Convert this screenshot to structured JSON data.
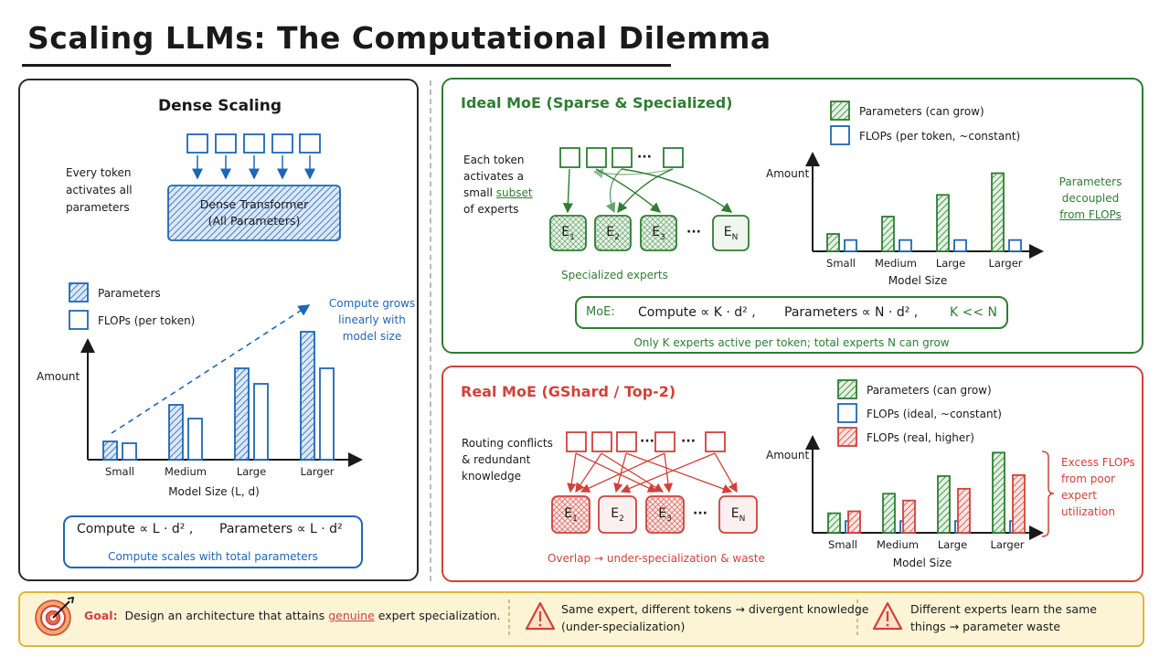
{
  "title": "Scaling LLMs: The Computational Dilemma",
  "colors": {
    "green": "#2e7d32",
    "blue": "#1f66b8",
    "red": "#d0423a",
    "yellow": "#e0b437"
  },
  "dense": {
    "heading": "Dense Scaling",
    "token_note": [
      "Every token",
      "activates all",
      "parameters"
    ],
    "block_label": [
      "Dense Transformer",
      "(All Parameters)"
    ],
    "legend": {
      "params": "Parameters",
      "flops": "FLOPs (per token)"
    },
    "trend_note": [
      "Compute grows",
      "linearly with",
      "model size"
    ],
    "formula_compute": "Compute ∝ L · d² ,",
    "formula_params": "Parameters ∝ L · d²",
    "formula_note": "Compute scales with total parameters"
  },
  "ideal": {
    "heading": "Ideal MoE (Sparse & Specialized)",
    "token_note": [
      "Each token",
      "activates a",
      "small",
      "subset",
      "of experts"
    ],
    "ellipsis": "···",
    "experts": [
      {
        "base": "E",
        "sub": "1"
      },
      {
        "base": "E",
        "sub": "2"
      },
      {
        "base": "E",
        "sub": "3"
      },
      {
        "base": "E",
        "sub": "N"
      }
    ],
    "experts_caption": "Specialized experts",
    "legend": {
      "params": "Parameters (can grow)",
      "flops": "FLOPs (per token, ~constant)"
    },
    "side_note": [
      "Parameters",
      "decoupled",
      "from FLOPs"
    ],
    "formula_label": "MoE:",
    "formula_compute": "Compute ∝ K · d² ,",
    "formula_params": "Parameters ∝ N · d² ,",
    "formula_cond": "K << N",
    "formula_note": "Only K experts active per token; total experts N can grow"
  },
  "real": {
    "heading": "Real MoE (GShard / Top-2)",
    "token_note": [
      "Routing conflicts",
      "& redundant",
      "knowledge"
    ],
    "ellipsis": "···",
    "experts": [
      {
        "base": "E",
        "sub": "1"
      },
      {
        "base": "E",
        "sub": "2"
      },
      {
        "base": "E",
        "sub": "3"
      },
      {
        "base": "E",
        "sub": "N"
      }
    ],
    "experts_caption": "Overlap → under-specialization & waste",
    "legend": {
      "params": "Parameters (can grow)",
      "flops_ideal": "FLOPs (ideal, ~constant)",
      "flops_real": "FLOPs (real, higher)"
    },
    "side_note": [
      "Excess FLOPs",
      "from poor",
      "expert",
      "utilization"
    ]
  },
  "chart_data": [
    {
      "type": "bar",
      "categories": [
        "Small",
        "Medium",
        "Large",
        "Larger"
      ],
      "series": [
        {
          "name": "Parameters",
          "values": [
            2,
            6,
            10,
            14
          ]
        },
        {
          "name": "FLOPs (per token)",
          "values": [
            1.8,
            4.5,
            8.3,
            10
          ]
        }
      ],
      "xlabel": "Model Size (L, d)",
      "ylabel": "Amount",
      "ylim": [
        0,
        16
      ]
    },
    {
      "type": "bar",
      "categories": [
        "Small",
        "Medium",
        "Large",
        "Larger"
      ],
      "series": [
        {
          "name": "Parameters (can grow)",
          "values": [
            2,
            4,
            6.5,
            9
          ]
        },
        {
          "name": "FLOPs (per token, ~constant)",
          "values": [
            1.3,
            1.3,
            1.3,
            1.3
          ]
        }
      ],
      "xlabel": "Model Size",
      "ylabel": "Amount",
      "ylim": [
        0,
        10
      ]
    },
    {
      "type": "bar",
      "categories": [
        "Small",
        "Medium",
        "Large",
        "Larger"
      ],
      "series": [
        {
          "name": "Parameters (can grow)",
          "values": [
            2,
            4,
            5.8,
            8.2
          ]
        },
        {
          "name": "FLOPs (ideal, ~constant)",
          "values": [
            1.2,
            1.2,
            1.2,
            1.2
          ]
        },
        {
          "name": "FLOPs (real, higher)",
          "values": [
            2.2,
            3.3,
            4.5,
            5.9
          ]
        }
      ],
      "xlabel": "Model Size",
      "ylabel": "Amount",
      "ylim": [
        0,
        10
      ]
    }
  ],
  "footer": {
    "goal_label": "Goal:",
    "goal_pre": "Design an architecture that attains",
    "goal_emph": "genuine",
    "goal_post": "expert specialization.",
    "warn1": [
      "Same expert, different tokens → divergent knowledge",
      "(under-specialization)"
    ],
    "warn2": [
      "Different experts learn the same",
      "things → parameter waste"
    ]
  }
}
